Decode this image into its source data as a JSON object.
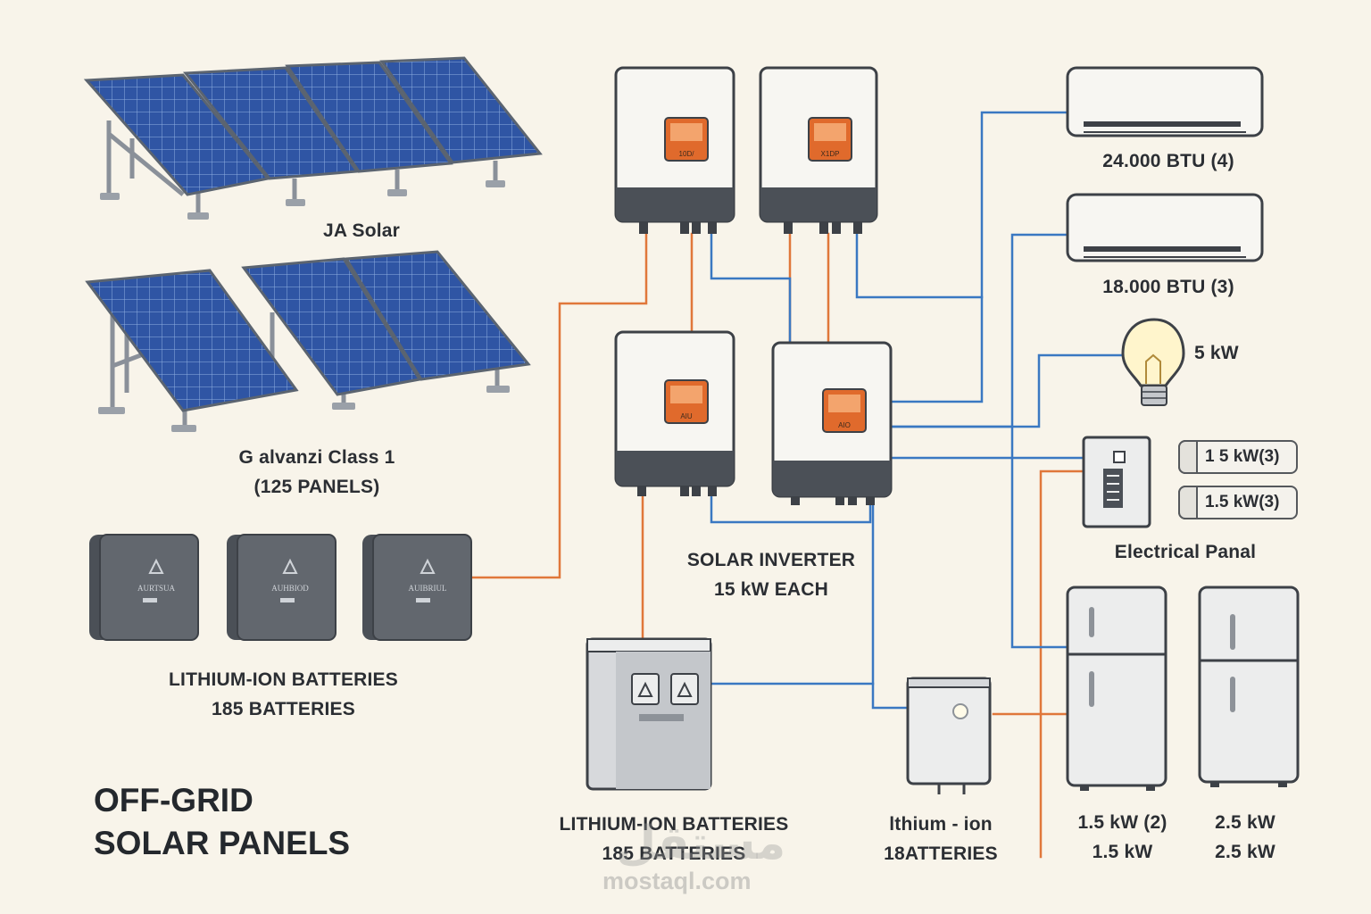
{
  "diagram": {
    "title": [
      "OFF-GRID",
      "SOLAR PANELS"
    ],
    "labels": {
      "ja_solar": "JA Solar",
      "galvanized": [
        "G alvanzi Class 1",
        "(125 PANELS)"
      ],
      "batteries_left": [
        "LITHIUM-ION BATTERIES",
        "185 BATTERIES"
      ],
      "inverter": [
        "SOLAR INVERTER",
        "15 kW EACH"
      ],
      "batteries_bottom": [
        "LITHIUM-ION BATTERIES",
        "185 BATTERIES"
      ],
      "heater": [
        "lthium - ion",
        "18ATTERIES"
      ],
      "ac_24000": "24.000 BTU (4)",
      "ac_18000": "18.000 BTU (3)",
      "light": "5 kW",
      "panel_load_1": "1  5 kW(3)",
      "panel_load_2": "1.5 kW(3)",
      "electrical_panel": "Electrical Panal",
      "fridge_1": [
        "1.5 kW (2)",
        "1.5 kW"
      ],
      "fridge_2": [
        "2.5 kW",
        "2.5 kW"
      ]
    },
    "battery_brands": [
      "AURTSUA",
      "AUHBIOD",
      "AUIBRIUL"
    ],
    "inverter_display_texts": [
      "10D/",
      "X1DP",
      "AIU",
      "AIO"
    ],
    "colors": {
      "background": "#f8f4ea",
      "dc_wire": "#e0773a",
      "ac_wire": "#3a78c2",
      "panel_blue": "#2f55a4",
      "inverter_display": "#e06a2c",
      "dark_body": "#4b5057"
    },
    "icons": [
      "solar-panel-icon",
      "inverter-icon",
      "battery-icon",
      "air-conditioner-icon",
      "light-bulb-icon",
      "electrical-panel-icon",
      "refrigerator-icon",
      "water-heater-icon"
    ]
  },
  "watermark": {
    "arabic": "مستقل",
    "latin": "mostaql.com"
  }
}
